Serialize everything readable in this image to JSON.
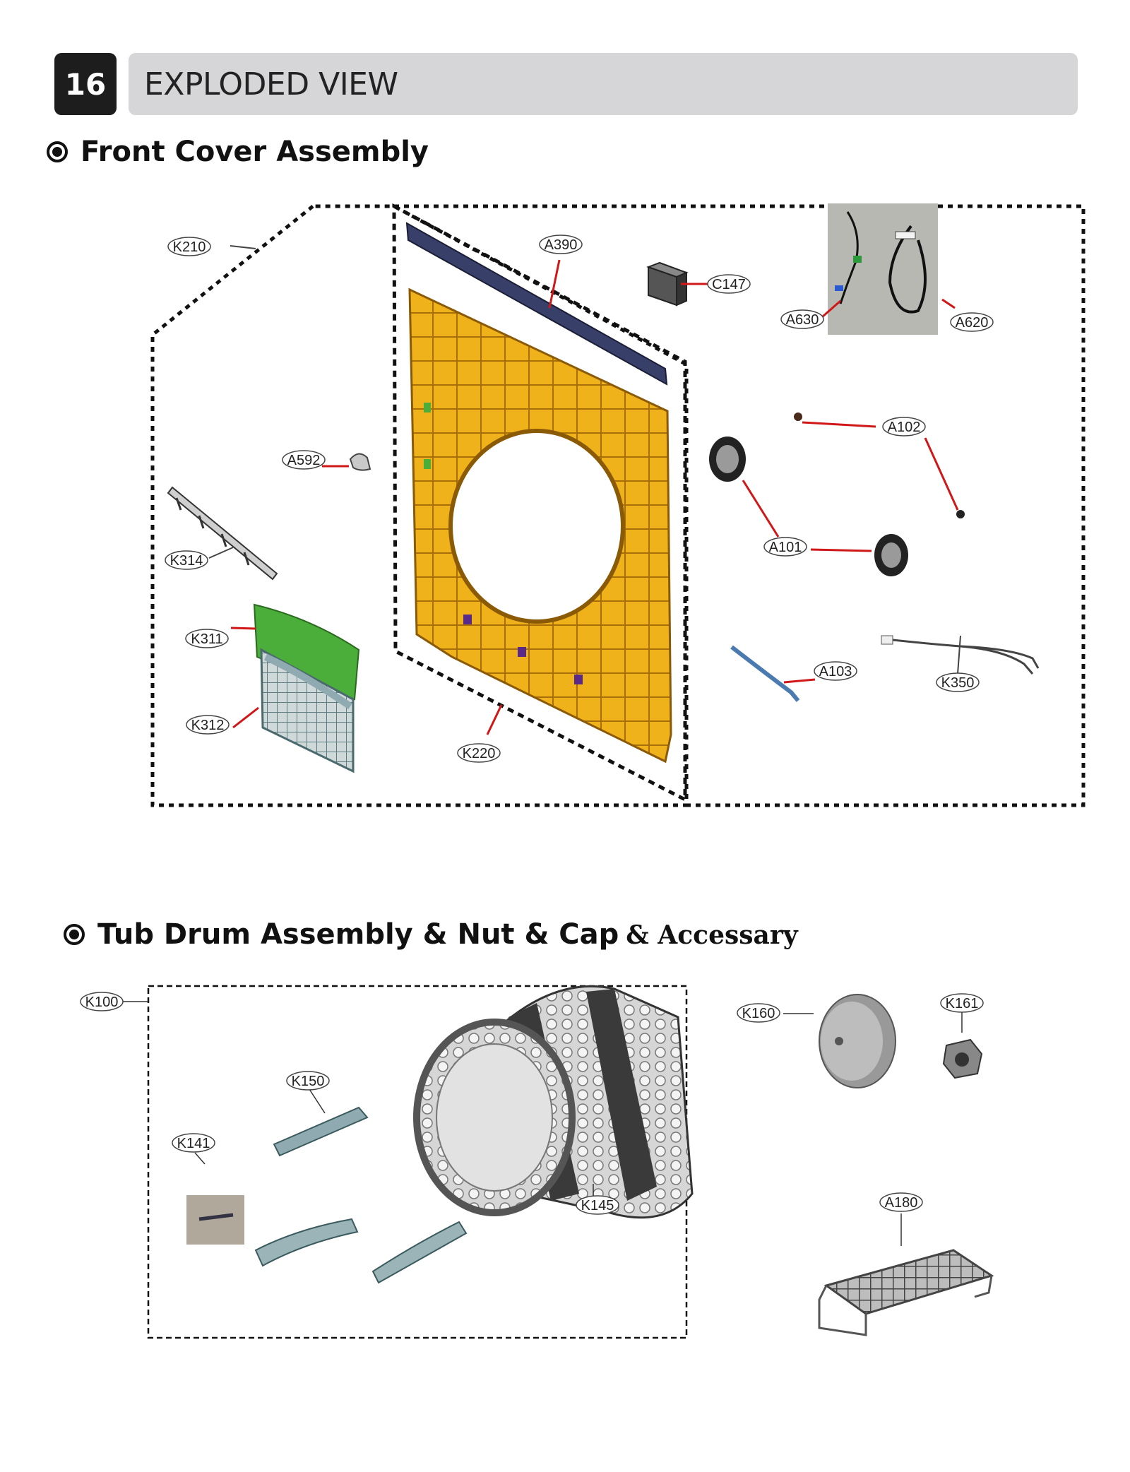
{
  "header": {
    "page_number": "16",
    "title": "EXPLODED VIEW"
  },
  "sections": {
    "front_cover": {
      "title": "Front Cover Assembly"
    },
    "tub_drum": {
      "title": "Tub Drum Assembly & Nut & Cap",
      "title_suffix": "& Accessary"
    }
  },
  "labels": {
    "K210": "K210",
    "A390": "A390",
    "C147": "C147",
    "A630": "A630",
    "A620": "A620",
    "A102": "A102",
    "A592": "A592",
    "A101": "A101",
    "K314": "K314",
    "K311": "K311",
    "K312": "K312",
    "K220": "K220",
    "A103": "A103",
    "K350": "K350",
    "K100": "K100",
    "K150": "K150",
    "K141": "K141",
    "K145": "K145",
    "K160": "K160",
    "K161": "K161",
    "A180": "A180"
  },
  "colors": {
    "frame_orange": "#f0b21a",
    "filter_green": "#4cae3a",
    "filter_grey": "#8faab0",
    "callout_red": "#d01818",
    "drum_dark": "#3a3a3a"
  }
}
